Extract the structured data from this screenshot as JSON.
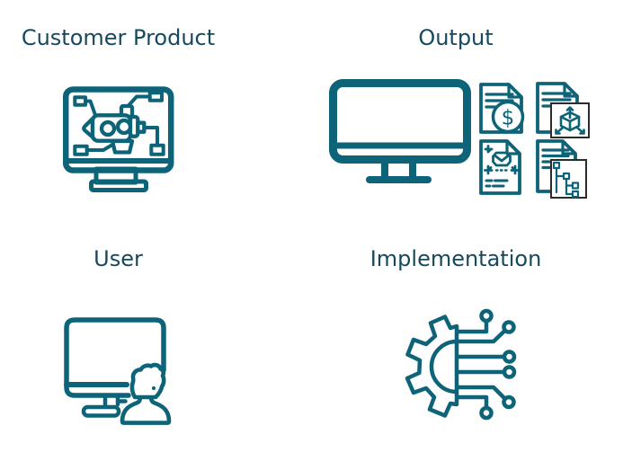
{
  "colors": {
    "icon_stroke": "#0d6378",
    "title_text": "#17495e",
    "overlay_border": "#2b2b2b",
    "background": "#ffffff"
  },
  "quadrants": {
    "customer_product": {
      "title": "Customer Product",
      "icon": "rocket-cad-monitor-icon"
    },
    "output": {
      "title": "Output",
      "icons": [
        "desktop-monitor-icon",
        "pricing-document-icon",
        "3d-model-document-icon",
        "technical-drawing-document-icon",
        "bom-structure-document-icon"
      ],
      "price_doc_symbol": "$"
    },
    "user": {
      "title": "User",
      "icon": "person-at-monitor-icon"
    },
    "implementation": {
      "title": "Implementation",
      "icon": "gear-circuit-icon"
    }
  }
}
